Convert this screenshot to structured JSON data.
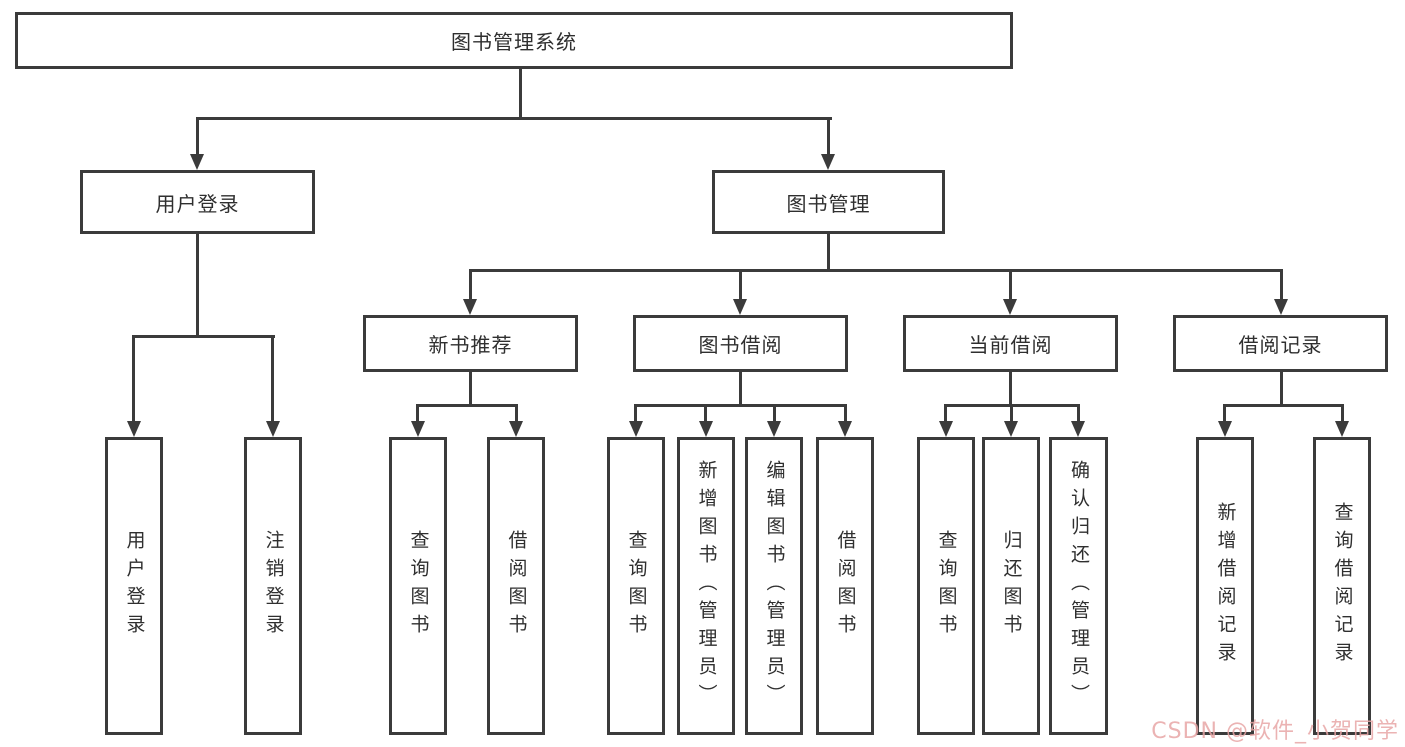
{
  "diagram": {
    "title": "图书管理系统",
    "root": {
      "label": "图书管理系统"
    },
    "level1": [
      {
        "label": "用户登录"
      },
      {
        "label": "图书管理"
      }
    ],
    "level2": [
      {
        "label": "新书推荐"
      },
      {
        "label": "图书借阅"
      },
      {
        "label": "当前借阅"
      },
      {
        "label": "借阅记录"
      }
    ],
    "leaves": {
      "user": [
        "用户登录",
        "注销登录"
      ],
      "newbook": [
        "查询图书",
        "借阅图书"
      ],
      "borrow": [
        "查询图书",
        "新增图书（管理员）",
        "编辑图书（管理员）",
        "借阅图书"
      ],
      "current": [
        "查询图书",
        "归还图书",
        "确认归还（管理员）"
      ],
      "record": [
        "新增借阅记录",
        "查询借阅记录"
      ]
    }
  },
  "watermark": {
    "text": "CSDN @软件_小贺同学",
    "color": "#e7a6a6"
  },
  "colors": {
    "line": "#3b3b3b",
    "box_border": "#3b3b3b",
    "text": "#2f2f2f",
    "background": "#ffffff"
  }
}
